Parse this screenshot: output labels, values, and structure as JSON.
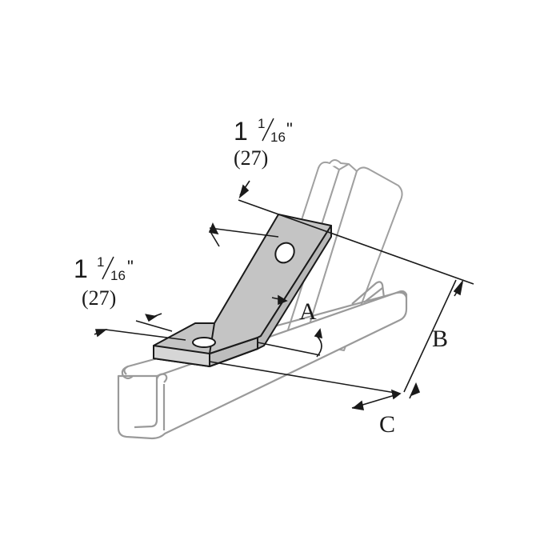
{
  "dimensions": {
    "top": {
      "whole": "1",
      "num": "1",
      "den": "16",
      "inch": "\"",
      "mm": "(27)"
    },
    "left": {
      "whole": "1",
      "num": "1",
      "den": "16",
      "inch": "\"",
      "mm": "(27)"
    }
  },
  "labels": {
    "a": "A",
    "b": "B",
    "c": "C"
  },
  "colors": {
    "ghost_stroke": "#9a9a9a",
    "line": "#1a1a1a",
    "bracket_fill": "#c8c8c8"
  }
}
